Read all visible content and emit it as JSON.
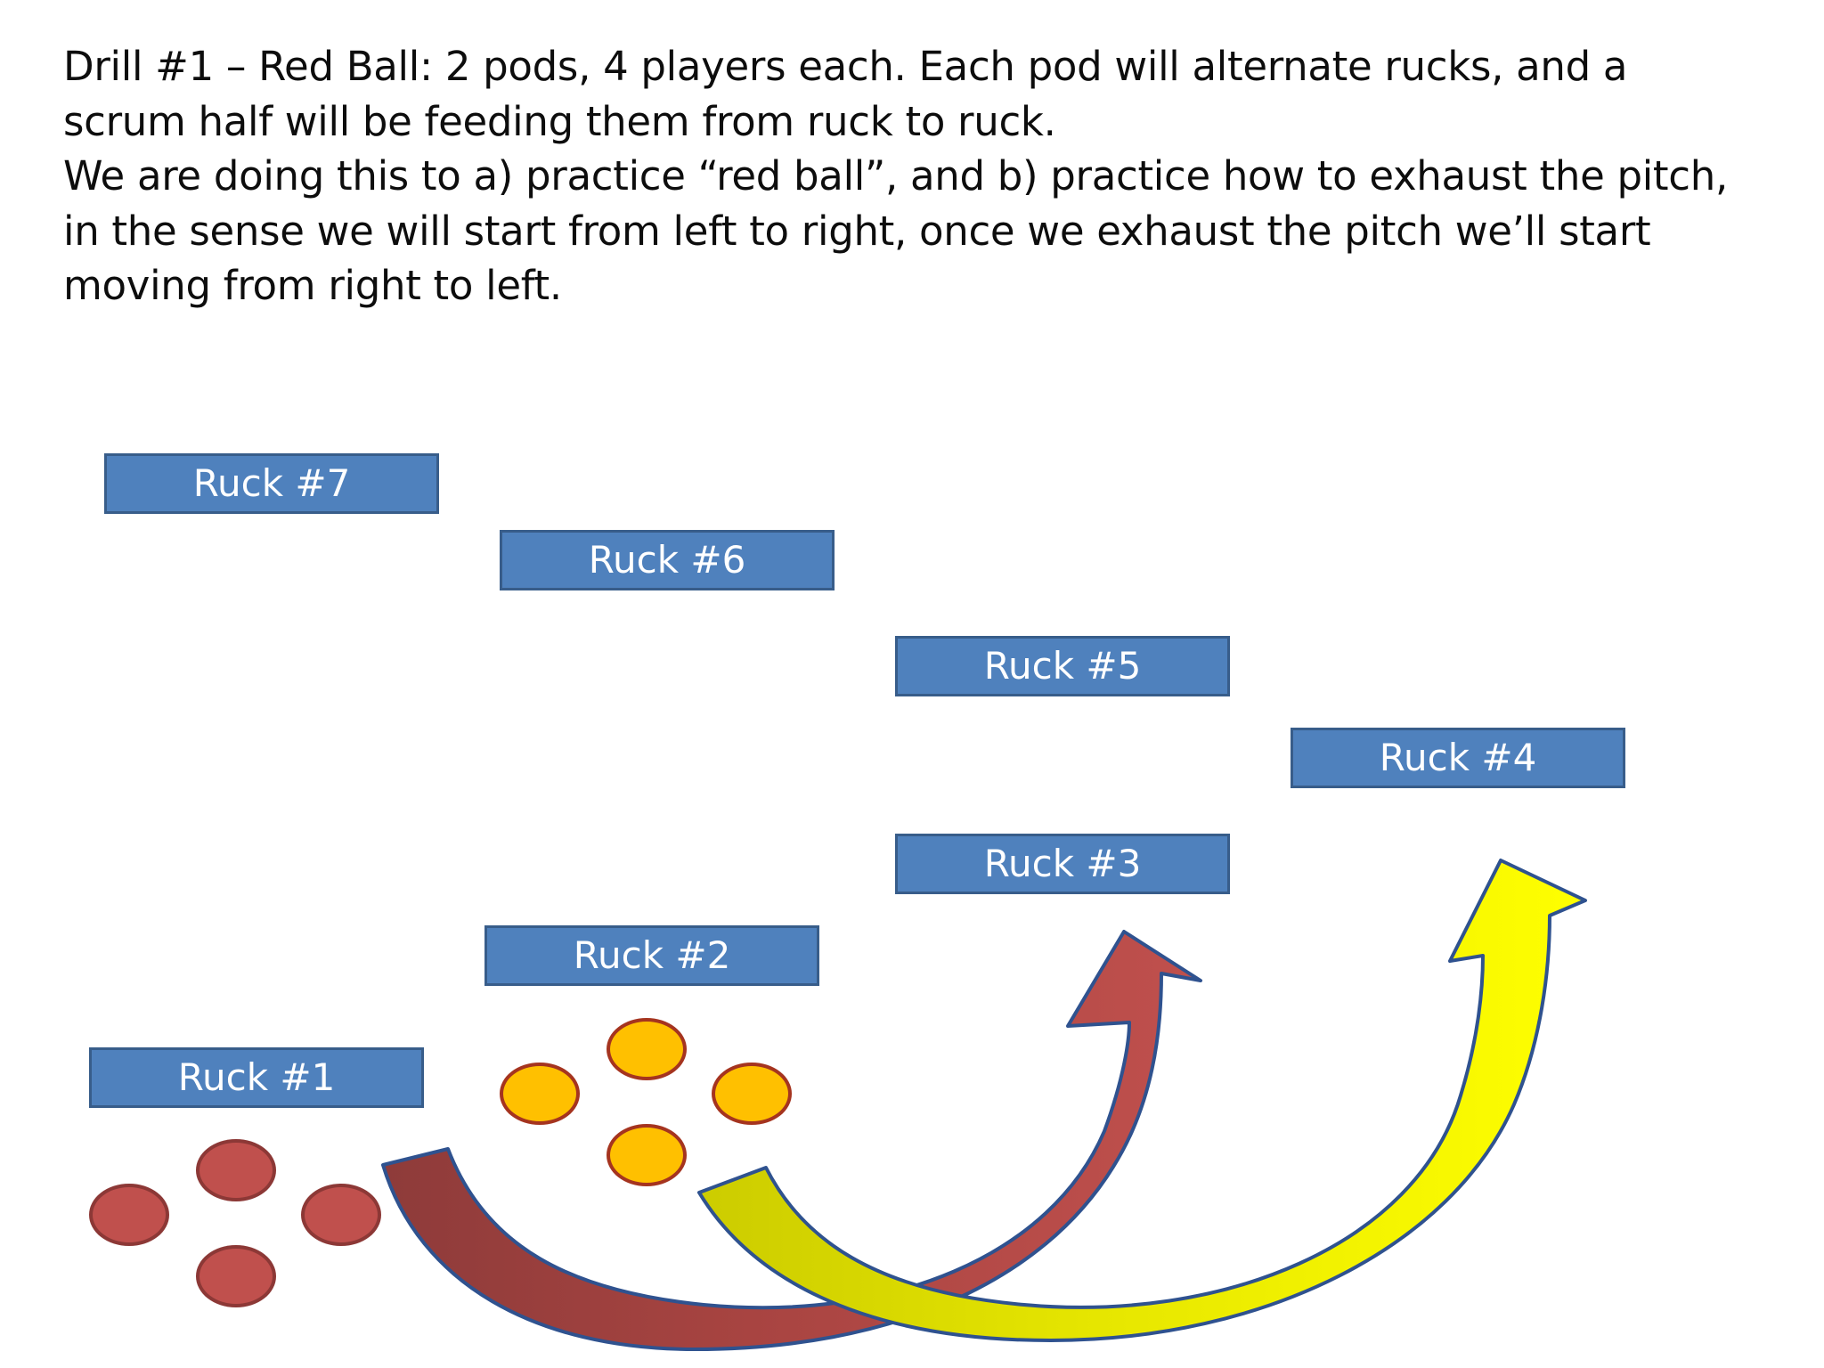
{
  "description": {
    "paragraph1": "Drill #1 – Red Ball: 2 pods, 4 players each. Each pod will alternate rucks, and a scrum half will be feeding them from ruck to ruck.",
    "paragraph2": "We are doing this to a) practice “red ball”, and b) practice how to exhaust the pitch, in the sense we will start from left to right, once we exhaust the pitch we’ll start moving from right to left."
  },
  "rucks": [
    {
      "label": "Ruck #1"
    },
    {
      "label": "Ruck #2"
    },
    {
      "label": "Ruck #3"
    },
    {
      "label": "Ruck #4"
    },
    {
      "label": "Ruck #5"
    },
    {
      "label": "Ruck #6"
    },
    {
      "label": "Ruck #7"
    }
  ],
  "pods": [
    {
      "color": "#c0504d",
      "outline": "#8c3836",
      "players": 4
    },
    {
      "color": "#ffc000",
      "outline": "#a5341f",
      "players": 4
    }
  ],
  "arrows": [
    {
      "color": "#c0504d",
      "from_pod": 1,
      "to_ruck": "Ruck #3"
    },
    {
      "color": "#ffff00",
      "from_pod": 2,
      "to_ruck": "Ruck #4"
    }
  ],
  "colors": {
    "ruck_fill": "#4f81bd",
    "ruck_border": "#385d8a",
    "arrow_outline": "#2f528f"
  }
}
